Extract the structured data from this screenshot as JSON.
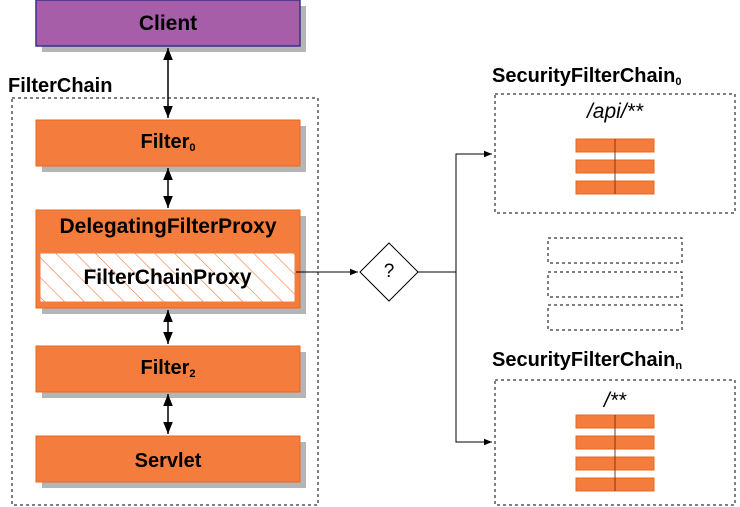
{
  "client": {
    "label": "Client"
  },
  "filter_chain": {
    "title": "FilterChain",
    "filter0": {
      "label": "Filter",
      "sub": "0"
    },
    "delegating": {
      "label": "DelegatingFilterProxy"
    },
    "proxy": {
      "label": "FilterChainProxy"
    },
    "filter2": {
      "label": "Filter",
      "sub": "2"
    },
    "servlet": {
      "label": "Servlet"
    }
  },
  "decision": {
    "label": "?"
  },
  "security_chain_0": {
    "title": "SecurityFilterChain",
    "sub": "0",
    "pattern": "/api/**",
    "filter_count": 3
  },
  "security_chain_n": {
    "title": "SecurityFilterChain",
    "sub": "n",
    "pattern": "/**",
    "filter_count": 4
  },
  "colors": {
    "client_fill": "#a65ea8",
    "client_border": "#3a2e8a",
    "filter_fill": "#f47c3c",
    "filter_border": "#e8691f",
    "shadow": "#b5b5b5"
  }
}
